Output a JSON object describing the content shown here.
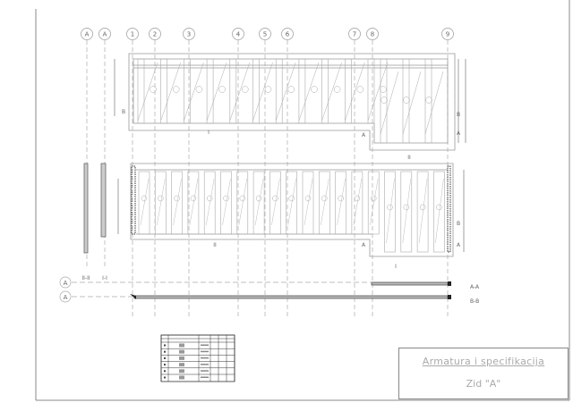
{
  "title_block": {
    "title": "Armatura i specifikacija",
    "subtitle": "Zid \"A\""
  },
  "grid_axes": [
    {
      "label": "A"
    },
    {
      "label": "A"
    },
    {
      "label": "1"
    },
    {
      "label": "2"
    },
    {
      "label": "3"
    },
    {
      "label": "4"
    },
    {
      "label": "5"
    },
    {
      "label": "6"
    },
    {
      "label": "7"
    },
    {
      "label": "8"
    },
    {
      "label": "9"
    }
  ],
  "plan_markers": {
    "section_a": "A",
    "section_b": "B",
    "cut_i": "I",
    "cut_ii": "II"
  },
  "section_labels": {
    "left_1": "II-II",
    "left_2": "I-I",
    "right_1": "A-A",
    "right_2": "B-B"
  },
  "row_markers": {
    "row_1": "A",
    "row_2": "A"
  },
  "colors": {
    "line": "#888888",
    "dashed": "#aaaaaa",
    "rebar": "#555555"
  }
}
